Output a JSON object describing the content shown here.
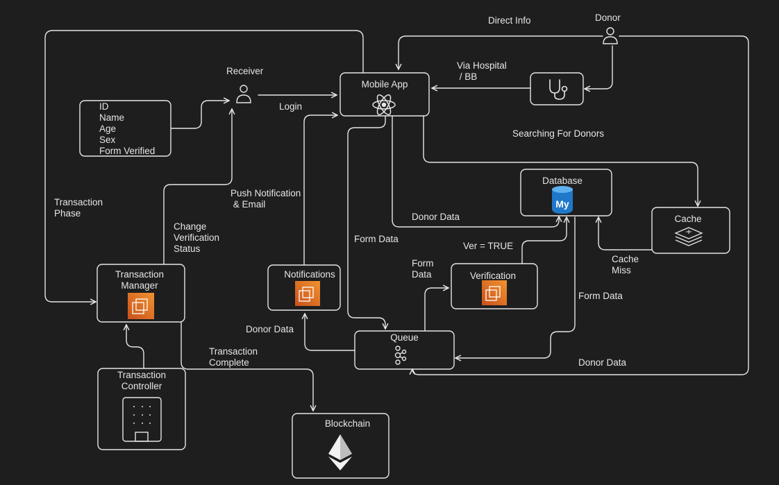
{
  "actors": {
    "donor": "Donor",
    "receiver": "Receiver"
  },
  "nodes": {
    "mobile_app": "Mobile App",
    "database": "Database",
    "cache": "Cache",
    "notifications": "Notifications",
    "verification": "Verification",
    "queue": "Queue",
    "transaction_manager": [
      "Transaction",
      "Manager"
    ],
    "transaction_controller": [
      "Transaction",
      "Controller"
    ],
    "blockchain": "Blockchain"
  },
  "receiver_fields": [
    "ID",
    "Name",
    "Age",
    "Sex",
    "Form Verified"
  ],
  "edge_labels": {
    "direct_info": "Direct Info",
    "via_hospital": [
      "Via Hospital",
      " / BB"
    ],
    "login": "Login",
    "searching_for_donors": "Searching For Donors",
    "transaction_phase": [
      "Transaction",
      "Phase"
    ],
    "push_notification": [
      "Push Notification",
      " & Email"
    ],
    "change_verification": [
      "Change",
      "Verification",
      "Status"
    ],
    "donor_data_db": "Donor Data",
    "form_data_left": "Form Data",
    "ver_true": "Ver = TRUE",
    "form_data_verif": [
      "Form",
      "Data"
    ],
    "cache_miss": [
      "Cache",
      "Miss"
    ],
    "form_data_right": "Form Data",
    "donor_data_notif": "Donor Data",
    "transaction_complete": [
      "Transaction",
      "Complete"
    ],
    "donor_data_bottom": "Donor Data"
  },
  "icons": {
    "person": "person-icon",
    "stethoscope": "stethoscope-icon",
    "react": "react-atom-icon",
    "mysql": "mysql-db-icon",
    "redis": "redis-stack-icon",
    "ec2": "aws-ec2-icon",
    "kafka": "kafka-icon",
    "ethereum": "ethereum-icon",
    "server": "server-rack-icon"
  },
  "colors": {
    "background": "#1e1e1f",
    "stroke": "#e6e6e6",
    "aws_orange": "#e8772e",
    "mysql_blue": "#1f78c8"
  }
}
